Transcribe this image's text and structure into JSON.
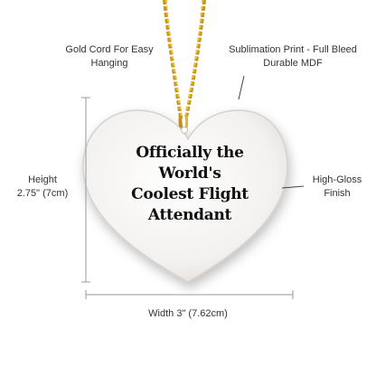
{
  "callouts": {
    "cord": [
      "Gold Cord For Easy",
      "Hanging"
    ],
    "print": [
      "Sublimation Print - Full Bleed",
      "Durable MDF"
    ],
    "height": [
      "Height",
      "2.75\" (7cm)"
    ],
    "finish": [
      "High-Gloss",
      "Finish"
    ],
    "width": [
      "Width 3\" (7.62cm)"
    ]
  },
  "ornament": {
    "text_lines": [
      "Officially the",
      "World's",
      "Coolest Flight",
      "Attendant"
    ]
  },
  "colors": {
    "cord": "#d9a91a",
    "heart_face": "#f4f2f0",
    "heart_edge": "#cfcac6",
    "dimension_line": "#9a9a9a",
    "pointer": "#444444"
  }
}
